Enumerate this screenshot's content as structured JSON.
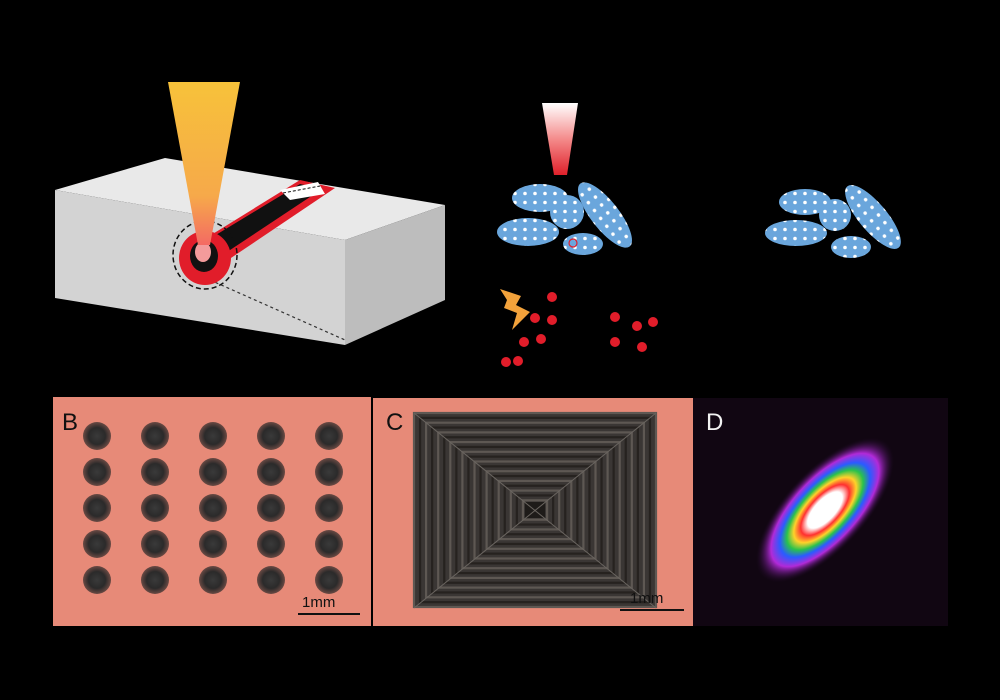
{
  "panels": {
    "b": {
      "letter": "B",
      "scale_label": "1mm",
      "grid_rows": 5,
      "grid_cols": 5
    },
    "c": {
      "letter": "C",
      "scale_label": "1mm"
    },
    "d": {
      "letter": "D"
    }
  },
  "colors": {
    "background": "#000000",
    "beam": "#f5c13a",
    "laser_red": "#e11d2a",
    "particle_blue": "#6aa6dc",
    "substrate_pink": "#e78a78",
    "block_face": "#d6d6d6"
  },
  "icons": [
    "laser-beam-icon",
    "lightning-bolt-icon"
  ]
}
